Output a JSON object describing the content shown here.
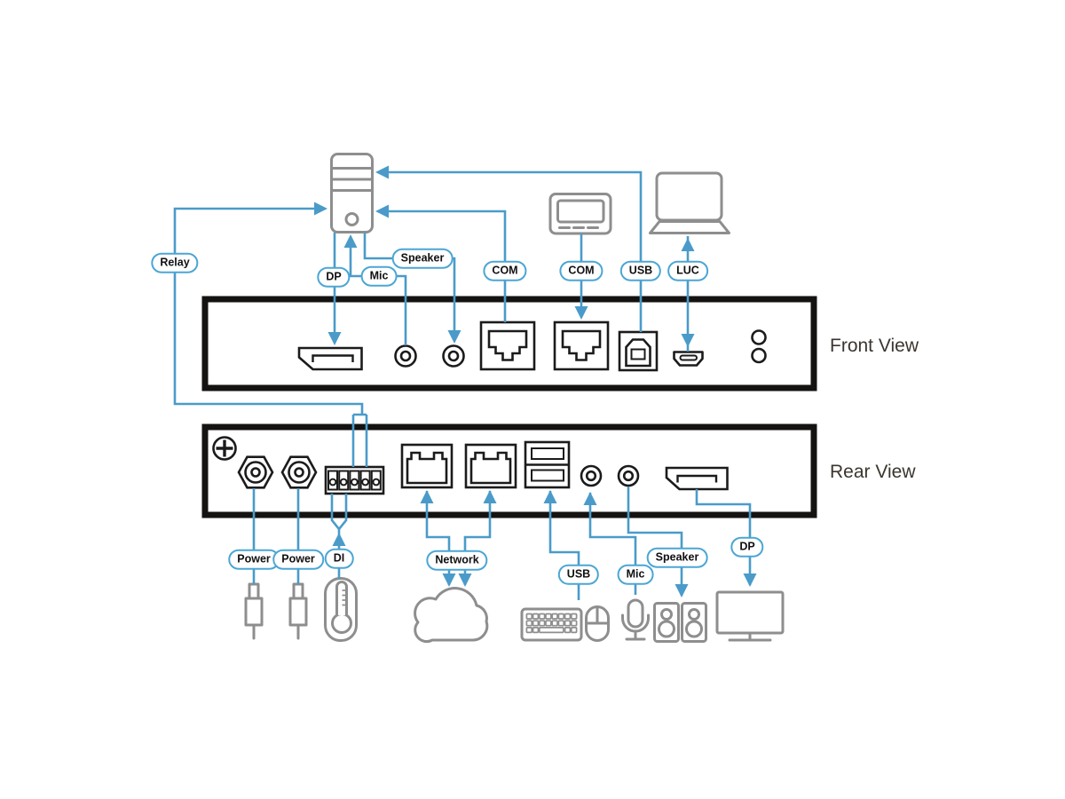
{
  "diagram_type": "hardware-connection-diagram",
  "views": {
    "front": "Front View",
    "rear": "Rear View"
  },
  "labels": {
    "relay": "Relay",
    "dp_front": "DP",
    "mic_front": "Mic",
    "speaker_front": "Speaker",
    "com1": "COM",
    "com2": "COM",
    "usb_front": "USB",
    "luc": "LUC",
    "power1": "Power",
    "power2": "Power",
    "di": "DI",
    "network": "Network",
    "usb_rear": "USB",
    "mic_rear": "Mic",
    "speaker_rear": "Speaker",
    "dp_rear": "DP"
  },
  "icons": {
    "computer-tower-icon": "desktop-pc-outline",
    "serial-device-icon": "console-terminal-outline",
    "laptop-icon": "laptop-outline",
    "cloud-icon": "network-cloud-outline",
    "keyboard-icon": "keyboard-outline",
    "mouse-icon": "mouse-outline",
    "microphone-icon": "microphone-outline",
    "speakers-icon": "stereo-speakers-outline",
    "monitor-icon": "display-monitor-outline",
    "thermometer-icon": "thermometer-sensor-outline",
    "power-plug-icon": "dc-power-plug-outline",
    "screw-icon": "phillips-screw-head"
  },
  "colors": {
    "line_blue": "#4a9bc9",
    "pill_border": "#4ba6d4",
    "device_gray": "#8e8e8e",
    "port_black": "#1b1b1b",
    "panel_black": "#151312",
    "text_dark": "#3b3530"
  }
}
